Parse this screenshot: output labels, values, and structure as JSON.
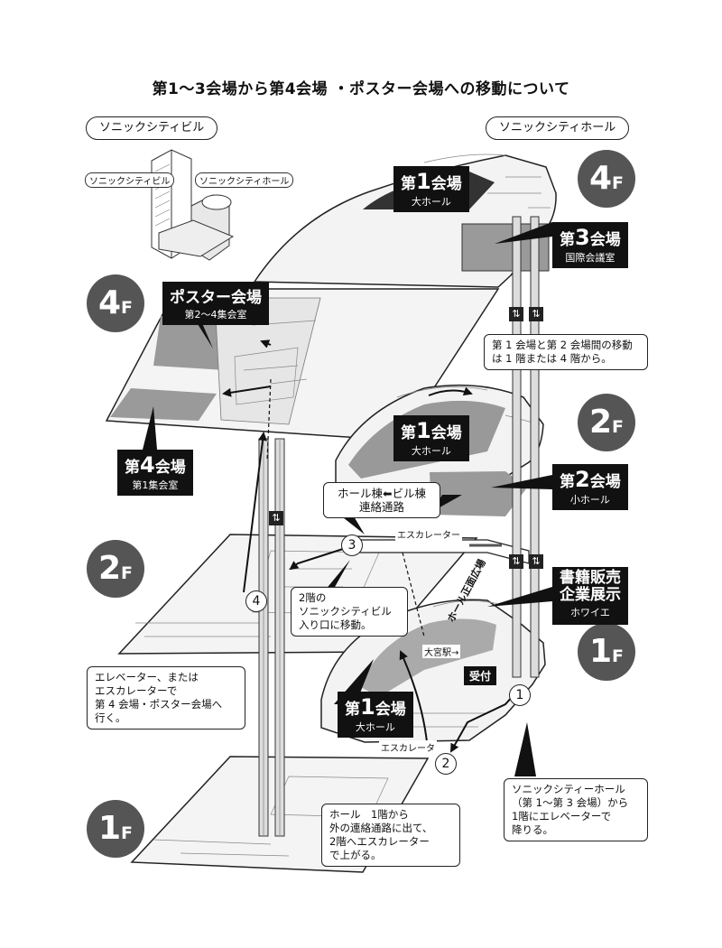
{
  "title": "第1〜3会場から第4会場 ・ポスター会場への移動について",
  "buildings": {
    "left_label": "ソニックシティビル",
    "right_label": "ソニックシティホール",
    "mini_left": "ソニックシティビル",
    "mini_right": "ソニックシティホール"
  },
  "floors": [
    {
      "num": "4",
      "suffix": "F"
    },
    {
      "num": "2",
      "suffix": "F"
    },
    {
      "num": "1",
      "suffix": "F"
    },
    {
      "num": "4",
      "suffix": "F"
    },
    {
      "num": "2",
      "suffix": "F"
    },
    {
      "num": "1",
      "suffix": "F"
    }
  ],
  "venues": {
    "hall4_main": {
      "pre": "第",
      "num": "1",
      "post": "会場",
      "sub": "大ホール"
    },
    "hall4_room3": {
      "pre": "第",
      "num": "3",
      "post": "会場",
      "sub": "国際会議室"
    },
    "poster": {
      "name": "ポスター会場",
      "sub": "第2〜4集会室"
    },
    "bld4_room4": {
      "pre": "第",
      "num": "4",
      "post": "会場",
      "sub": "第1集会室"
    },
    "hall2_main": {
      "pre": "第",
      "num": "1",
      "post": "会場",
      "sub": "大ホール"
    },
    "hall2_room2": {
      "pre": "第",
      "num": "2",
      "post": "会場",
      "sub": "小ホール"
    },
    "hall1_books": {
      "line1": "書籍販売",
      "line2": "企業展示",
      "sub": "ホワイエ"
    },
    "hall1_main": {
      "pre": "第",
      "num": "1",
      "post": "会場",
      "sub": "大ホール"
    }
  },
  "notes": {
    "between_1_2": "第 1 会場と第 2 会場間の移動は 1 階または 4 階から。",
    "connector": "ホール棟⬅ビル棟\n連絡通路",
    "step3": "2階の\nソニックシティビル\n入り口に移動。",
    "step4": "エレベーター、または\nエスカレーターで\n第 4 会場・ポスター会場へ\n行く。",
    "step1": "ソニックシティーホール\n（第 1〜第 3 会場）から\n1階にエレベーターで\n降りる。",
    "step2": "ホール　1階から\n外の連絡通路に出て、\n2階へエスカレーター\nで上がる。"
  },
  "steps": [
    "1",
    "2",
    "3",
    "4"
  ],
  "labels": {
    "escalator_upper": "エスカレーター",
    "escalator_lower": "エスカレータ",
    "omiya": "大宮駅→",
    "uketsuke": "受付",
    "road": "ホール正面広場"
  },
  "icons": [
    "elevator-icon"
  ],
  "colors": {
    "dark": "#111111",
    "floor_circle": "#555555",
    "shade": "#9a9a9a",
    "plate": "#f4f4f4"
  }
}
